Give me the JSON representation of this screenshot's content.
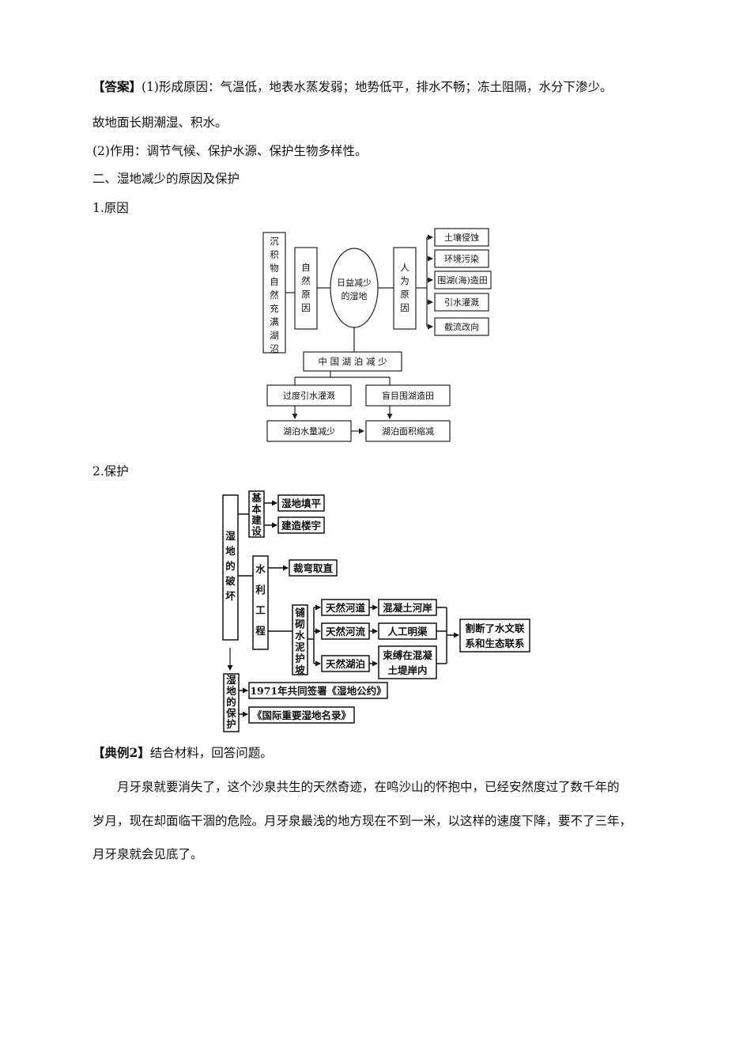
{
  "answer": {
    "tag": "【答案】",
    "line1": "(1)形成原因：气温低，地表水蒸发弱；地势低平，排水不畅；冻土阻隔，水分下渗少。",
    "line2": "故地面长期潮湿、积水。",
    "line3": "(2)作用：调节气候、保护水源、保护生物多样性。"
  },
  "section2_title": "二、湿地减少的原因及保护",
  "cause_title": "1.原因",
  "cause_diagram": {
    "left_box": "沉积物自然充满湖沼",
    "natural_box": "自然原因",
    "center_ellipse_l1": "日益减少",
    "center_ellipse_l2": "的湿地",
    "human_box": "人为原因",
    "human_items": [
      "土壤侵蚀",
      "环境污染",
      "围湖(海)造田",
      "引水灌溉",
      "截流改向"
    ],
    "china_box": "中 国 湖 泊 减 少",
    "mid_left": "过度引水灌溉",
    "mid_right": "盲目围湖造田",
    "bottom_left": "湖泊水量减少",
    "bottom_right": "湖泊面积缩减"
  },
  "protect_title": "2.保护",
  "protect_diagram": {
    "destroy_box": "湿地的破坏",
    "basic_box": "基本建设",
    "basic_items": [
      "湿地填平",
      "建造楼宇"
    ],
    "water_box": "水利工程",
    "cut_bend": "裁弯取直",
    "pave_box": "铺砌水泥护坡",
    "natural_items": [
      "天然河道",
      "天然河流",
      "天然湖泊"
    ],
    "result_items": [
      "混凝土河岸",
      "人工明渠"
    ],
    "result3_l1": "束缚在混凝",
    "result3_l2": "土堤岸内",
    "final_l1": "割断了水文联",
    "final_l2": "系和生态联系",
    "protect_box": "湿地的保护",
    "protect_items": [
      "1971年共同签署《湿地公约》",
      "《国际重要湿地名录》"
    ]
  },
  "example": {
    "tag": "【典例2】",
    "prompt": "结合材料，回答问题。",
    "para_line1": "月牙泉就要消失了，这个沙泉共生的天然奇迹，在鸣沙山的怀抱中，已经安然度过了数千年的",
    "para_line2": "岁月，现在却面临干涸的危险。月牙泉最浅的地方现在不到一米，以这样的速度下降，要不了三年，",
    "para_line3": "月牙泉就会见底了。"
  }
}
